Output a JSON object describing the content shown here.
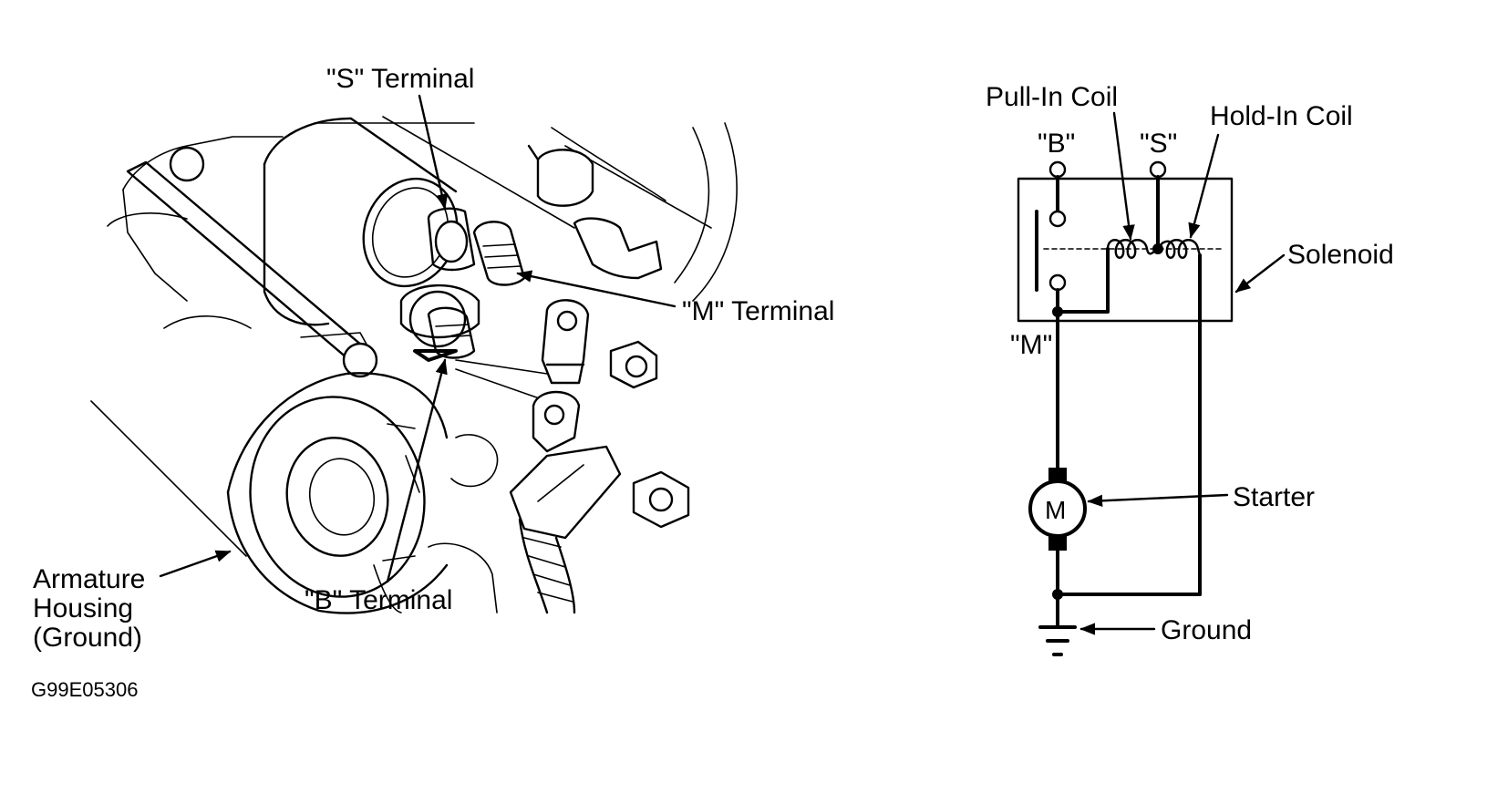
{
  "left": {
    "s_terminal": "\"S\" Terminal",
    "m_terminal": "\"M\" Terminal",
    "b_terminal": "\"B\" Terminal",
    "armature_line1": "Armature",
    "armature_line2": "Housing",
    "armature_line3": "(Ground)",
    "code": "G99E05306"
  },
  "right": {
    "pull_in_coil": "Pull-In Coil",
    "hold_in_coil": "Hold-In Coil",
    "b_label": "\"B\"",
    "s_label": "\"S\"",
    "m_label": "\"M\"",
    "solenoid": "Solenoid",
    "motor_symbol": "M",
    "starter": "Starter",
    "ground": "Ground"
  }
}
